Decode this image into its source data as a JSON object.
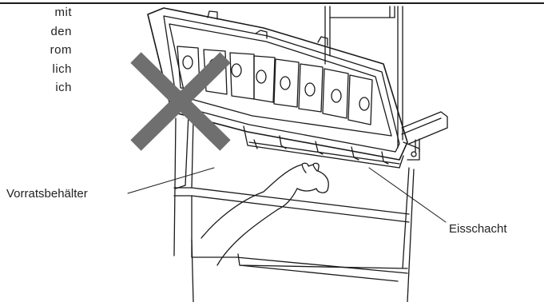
{
  "caption_lines": [
    "mit",
    "den",
    "rom",
    "lich",
    "ich"
  ],
  "labels": {
    "storage_bin": "Vorratsbehälter",
    "ice_chute": "Eisschacht"
  },
  "prohibition_mark": "cross-mark-icon",
  "colors": {
    "line": "#1a1a1a",
    "cross": "#6f6f6f",
    "background": "#ffffff"
  }
}
